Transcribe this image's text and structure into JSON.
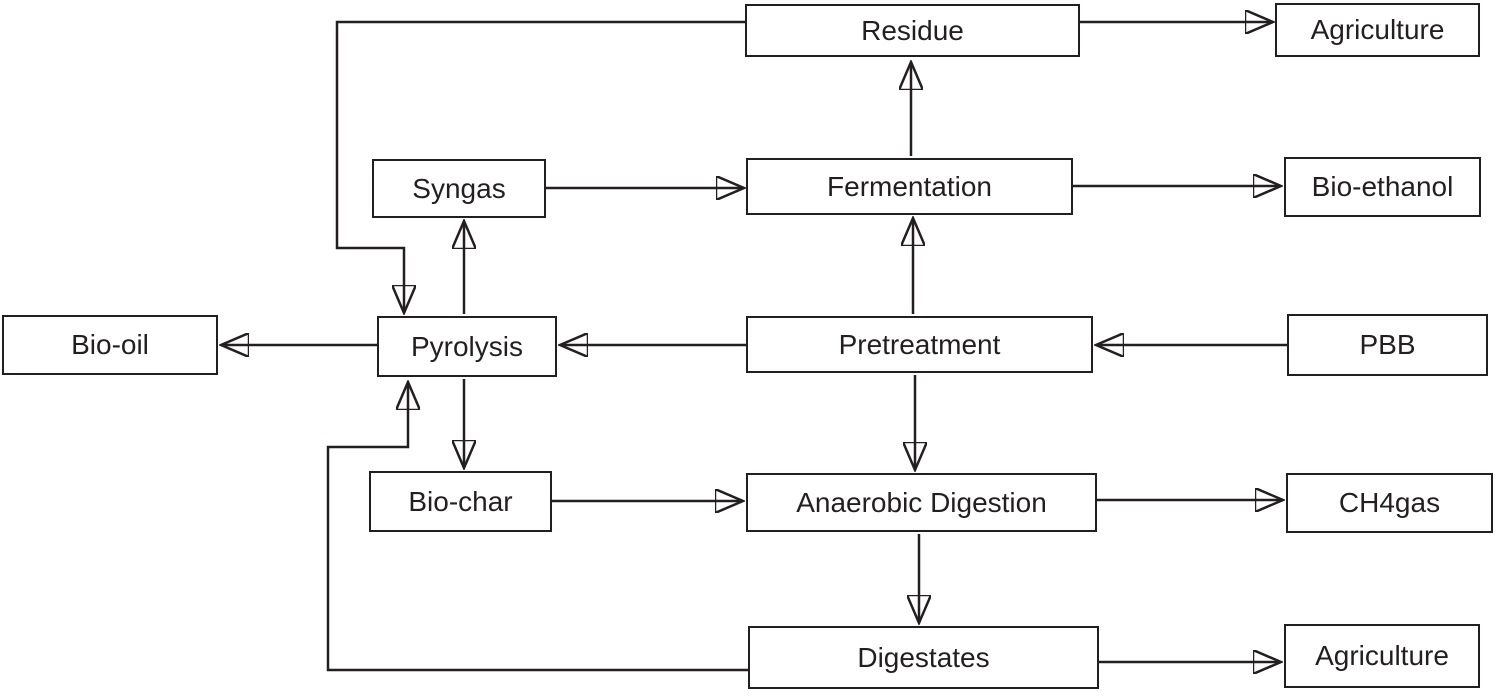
{
  "diagram": {
    "type": "flowchart",
    "description": "Biomass (PBB) processing pathways flow diagram",
    "colors": {
      "background": "#ffffff",
      "line": "#231f20",
      "box_border": "#231f20",
      "text": "#231f20"
    },
    "nodes": {
      "residue": "Residue",
      "agriculture_top": "Agriculture",
      "syngas": "Syngas",
      "fermentation": "Fermentation",
      "bio_ethanol": "Bio-ethanol",
      "bio_oil": "Bio-oil",
      "pyrolysis": "Pyrolysis",
      "pretreatment": "Pretreatment",
      "pbb": "PBB",
      "bio_char": "Bio-char",
      "anaerobic_digestion": "Anaerobic Digestion",
      "ch4_gas": "CH4gas",
      "digestates": "Digestates",
      "agriculture_bottom": "Agriculture"
    },
    "edges": [
      {
        "from": "Residue",
        "to": "Agriculture"
      },
      {
        "from": "Fermentation",
        "to": "Residue"
      },
      {
        "from": "Syngas",
        "to": "Fermentation"
      },
      {
        "from": "Fermentation",
        "to": "Bio-ethanol"
      },
      {
        "from": "Pretreatment",
        "to": "Fermentation"
      },
      {
        "from": "PBB",
        "to": "Pretreatment"
      },
      {
        "from": "Pretreatment",
        "to": "Pyrolysis"
      },
      {
        "from": "Pyrolysis",
        "to": "Bio-oil"
      },
      {
        "from": "Pyrolysis",
        "to": "Syngas"
      },
      {
        "from": "Pyrolysis",
        "to": "Bio-char"
      },
      {
        "from": "Residue",
        "to": "Pyrolysis"
      },
      {
        "from": "Bio-char",
        "to": "Anaerobic Digestion"
      },
      {
        "from": "Pretreatment",
        "to": "Anaerobic Digestion"
      },
      {
        "from": "Anaerobic Digestion",
        "to": "CH4gas"
      },
      {
        "from": "Anaerobic Digestion",
        "to": "Digestates"
      },
      {
        "from": "Digestates",
        "to": "Agriculture"
      },
      {
        "from": "Digestates",
        "to": "Pyrolysis"
      }
    ]
  }
}
